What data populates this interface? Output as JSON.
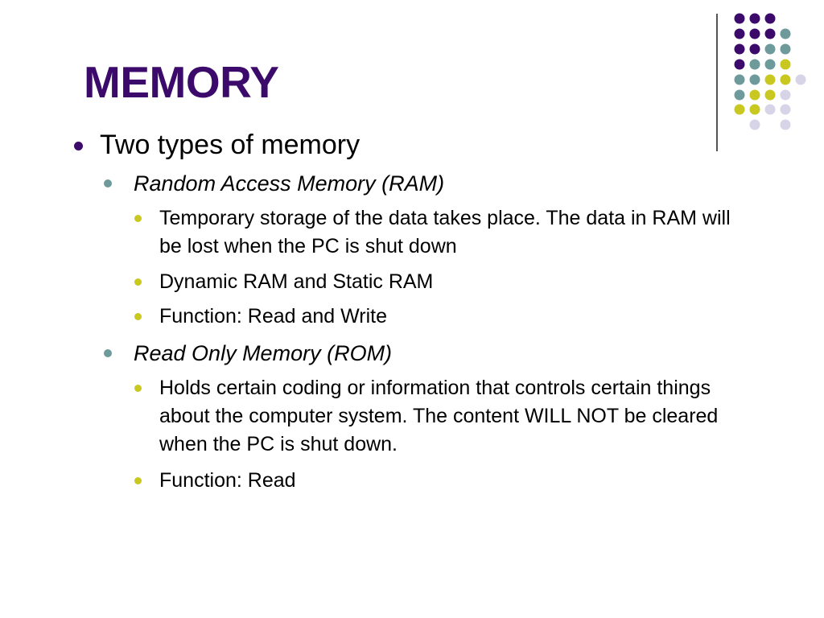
{
  "slide": {
    "title": "MEMORY",
    "colors": {
      "title": "#3b0a6b",
      "bullet_level1": "#3b0a6b",
      "bullet_level2": "#6e9a9c",
      "bullet_level3": "#c8c820",
      "dot_purple": "#3b0a6b",
      "dot_teal": "#6e9a9c",
      "dot_yellow": "#c8c820",
      "dot_lavender": "#d8d4e8"
    },
    "bullets": {
      "b1": "Two types of memory",
      "ram": "Random Access Memory (RAM)",
      "ram_1": "Temporary storage of the data takes place. The data in RAM will be lost when the PC is shut down",
      "ram_2": "Dynamic RAM and Static RAM",
      "ram_3": "Function: Read and Write",
      "rom": "Read Only Memory (ROM)",
      "rom_1": "Holds certain coding or information that controls certain things about the computer system. The content WILL NOT be cleared when the PC is shut down.",
      "rom_2": "Function: Read"
    }
  }
}
